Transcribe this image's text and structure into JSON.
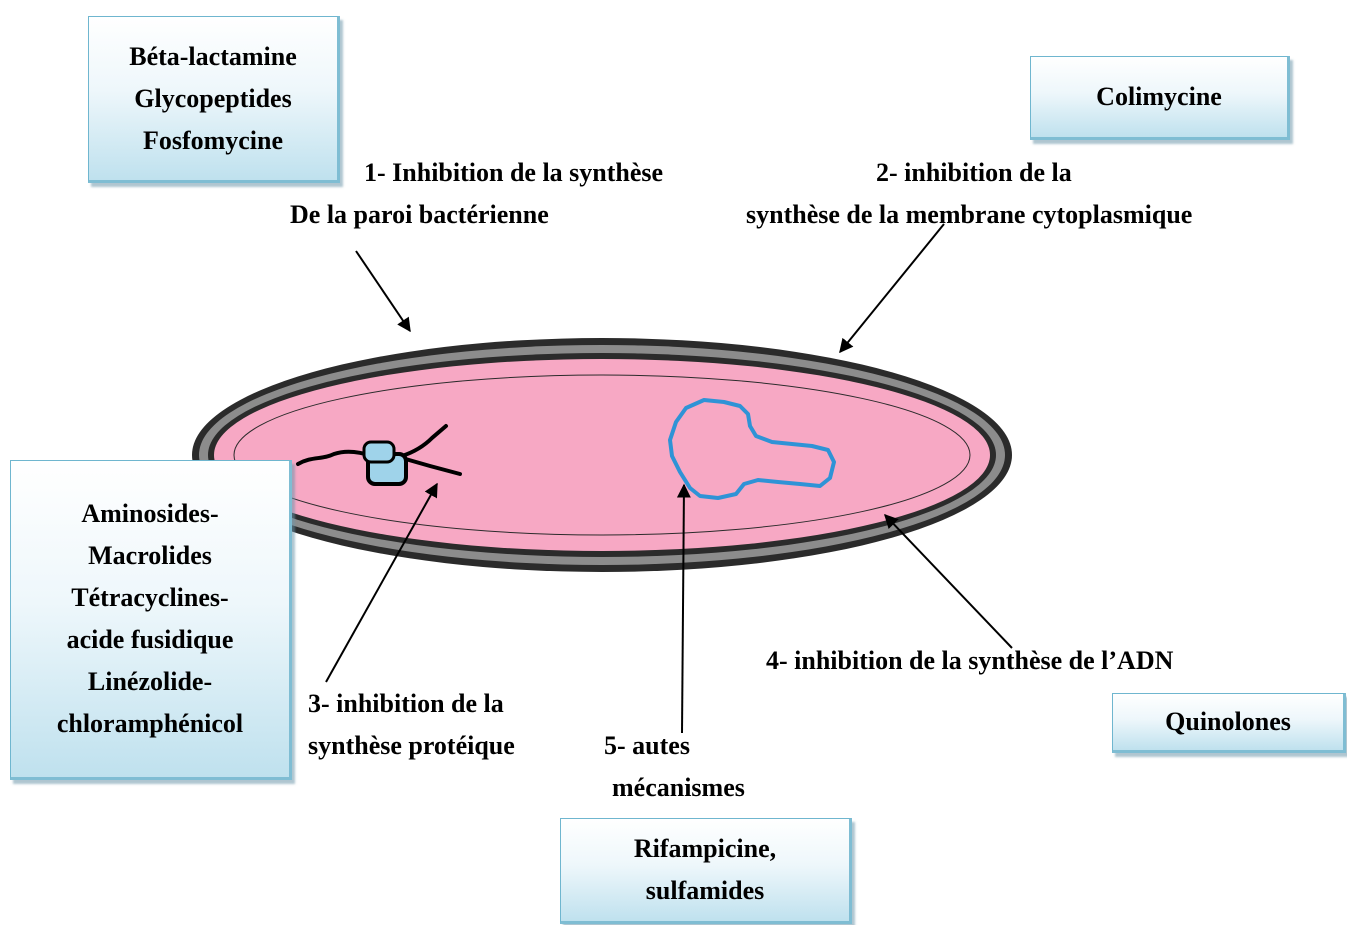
{
  "drug_boxes": {
    "cell_wall": [
      "Béta-lactamine",
      "Glycopeptides",
      "Fosfomycine"
    ],
    "membrane": [
      "Colimycine"
    ],
    "protein": [
      "Aminosides-",
      "Macrolides",
      "Tétracyclines-",
      "acide fusidique",
      "Linézolide-",
      "chloramphénicol"
    ],
    "dna": [
      "Quinolones"
    ],
    "other": [
      "Rifampicine,",
      "sulfamides"
    ]
  },
  "mechanisms": {
    "m1": [
      "1-  Inhibition de la synthèse",
      "De la paroi bactérienne"
    ],
    "m2": [
      "2- inhibition de la",
      "synthèse de la membrane cytoplasmique"
    ],
    "m3": [
      "3- inhibition de la",
      "synthèse protéique"
    ],
    "m4": [
      "4- inhibition de la synthèse de l’ADN"
    ],
    "m5": [
      "5- autes",
      "mécanismes"
    ]
  },
  "colors": {
    "cytoplasm": "#f7a8c4",
    "wall_outer": "#2b2b2b",
    "wall_band": "#8c8c8c",
    "dna": "#2f93d6",
    "ribosome": "#9fd3ea",
    "box_border": "#6fb6cf"
  },
  "icons": [
    "ribosome-icon",
    "dna-icon",
    "bacterium-icon"
  ]
}
